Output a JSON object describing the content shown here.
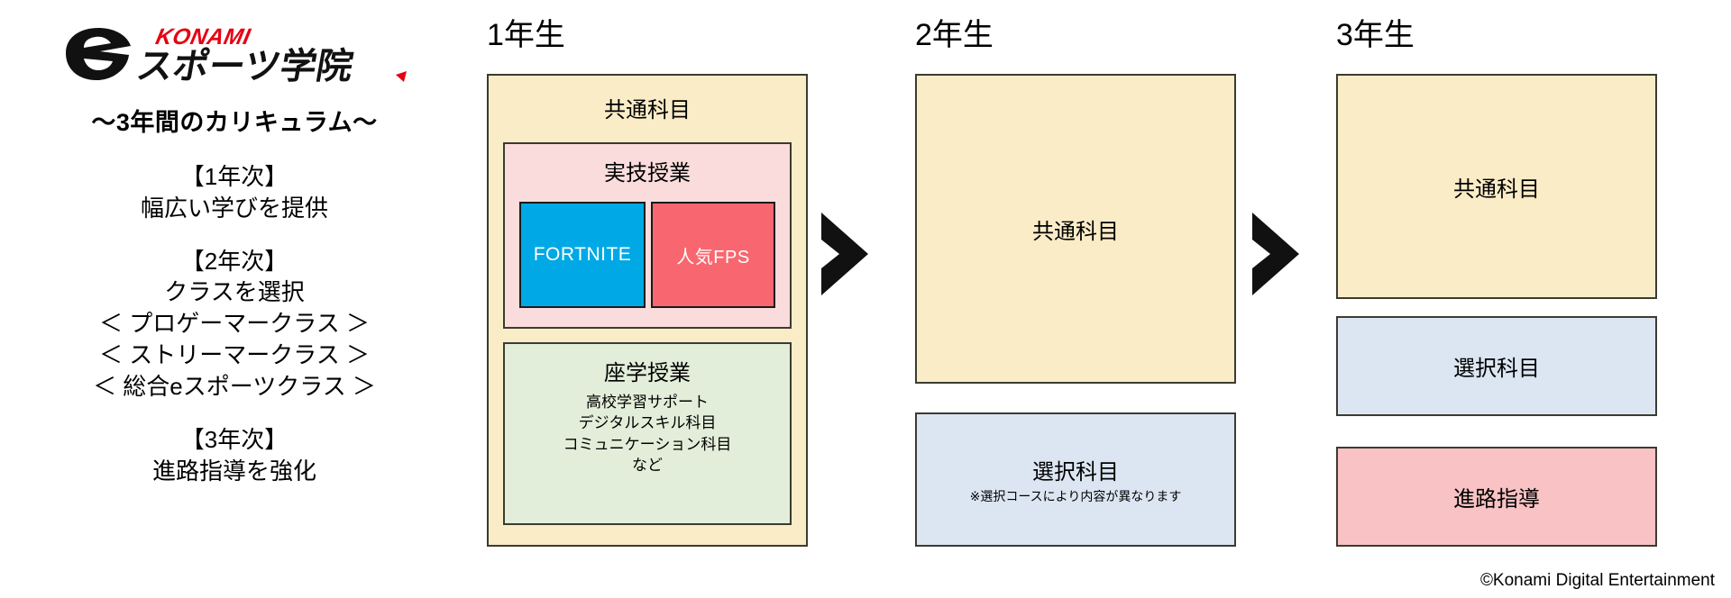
{
  "brand": {
    "logo_konami": "KONAMI",
    "logo_main": "eスポーツ学院",
    "subtitle": "〜3年間のカリキュラム〜",
    "logo_red": "#e60012",
    "logo_black": "#111111"
  },
  "left": {
    "year1": {
      "head": "【1年次】",
      "sub": "幅広い学びを提供"
    },
    "year2": {
      "head": "【2年次】",
      "sub": "クラスを選択",
      "classes": [
        "＜ プロゲーマークラス ＞",
        "＜ ストリーマークラス ＞",
        "＜ 総合eスポーツクラス ＞"
      ]
    },
    "year3": {
      "head": "【3年次】",
      "sub": "進路指導を強化"
    }
  },
  "columns": [
    {
      "title": "1年生",
      "common_label": "共通科目",
      "practical": {
        "label": "実技授業",
        "games": [
          {
            "name": "FORTNITE",
            "color": "#00a9e5"
          },
          {
            "name": "人気FPS",
            "color": "#f8676f"
          }
        ]
      },
      "lecture": {
        "label": "座学授業",
        "lines": [
          "高校学習サポート",
          "デジタルスキル科目",
          "コミュニケーション科目",
          "など"
        ]
      }
    },
    {
      "title": "2年生",
      "common_label": "共通科目",
      "elective": {
        "label": "選択科目",
        "note": "※選択コースにより内容が異なります"
      }
    },
    {
      "title": "3年生",
      "common_label": "共通科目",
      "elective": {
        "label": "選択科目"
      },
      "guidance": {
        "label": "進路指導"
      }
    }
  ],
  "arrows": {
    "glyph": "chevron-right-arrow",
    "count": 2,
    "color": "#111111"
  },
  "footer": {
    "copyright": "©Konami Digital Entertainment"
  },
  "palette": {
    "cream": "#faecc7",
    "pink": "#fbdcdc",
    "green": "#e3eeda",
    "blue": "#dce6f2",
    "rose": "#f9c2c4",
    "border": "#3b3b32"
  }
}
